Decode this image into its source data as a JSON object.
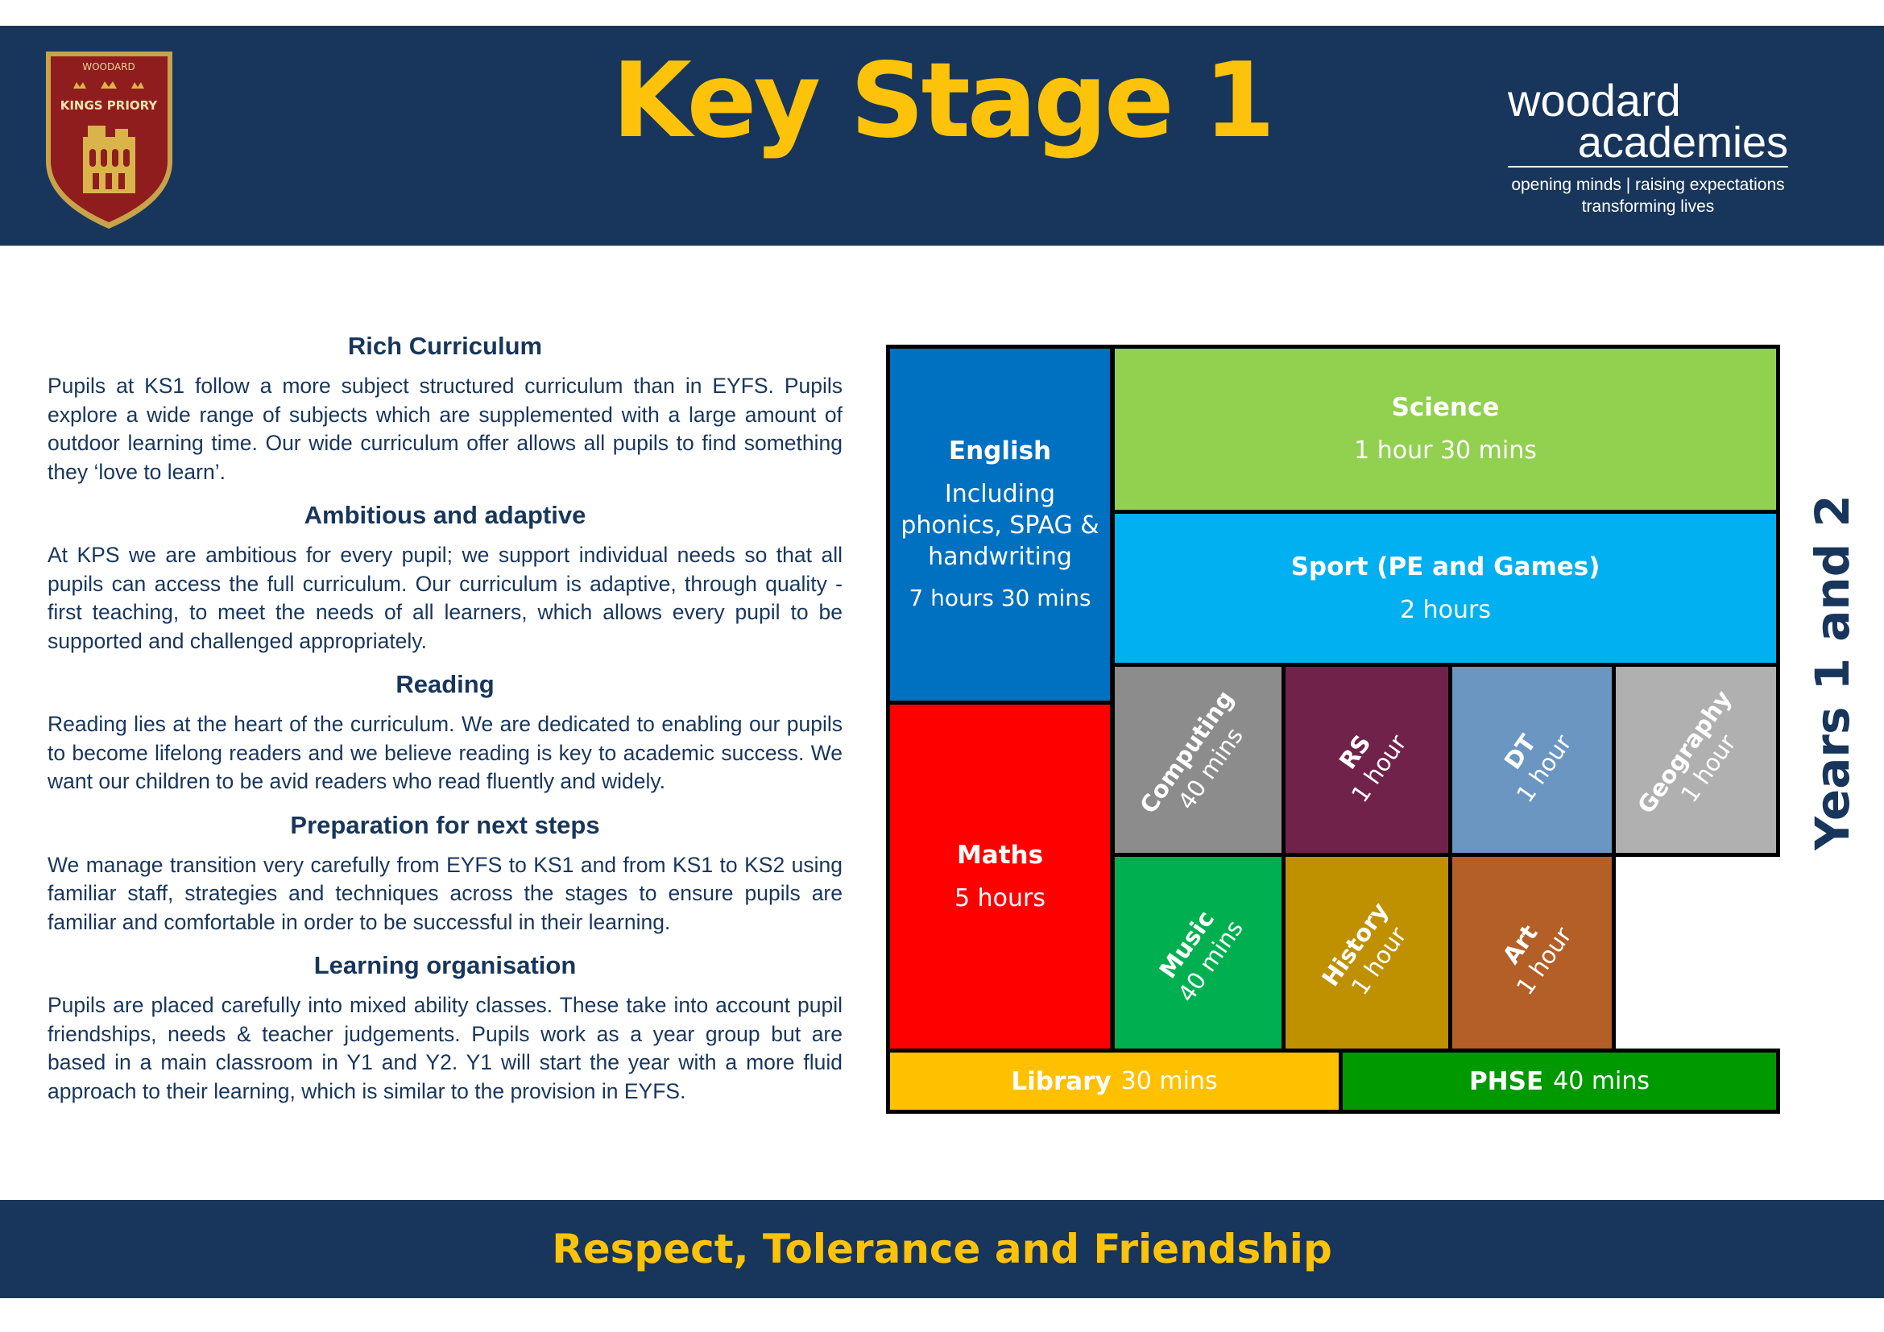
{
  "header": {
    "title": "Key Stage 1",
    "crest": {
      "top_text": "WOODARD",
      "name": "KINGS PRIORY"
    },
    "brand": {
      "line1": "woodard",
      "line2": "academies",
      "tagline1": "opening minds | raising expectations",
      "tagline2": "transforming lives"
    }
  },
  "sections": [
    {
      "heading": "Rich Curriculum",
      "body": "Pupils at KS1 follow a more subject structured curriculum than in EYFS. Pupils explore a wide range of subjects which are supplemented with a large amount of outdoor learning time. Our wide curriculum offer allows all pupils to find something they ‘love to learn’."
    },
    {
      "heading": "Ambitious and adaptive",
      "body": "At KPS we are ambitious for every pupil; we support individual needs so that all pupils can access the full curriculum. Our curriculum is adaptive, through quality -first teaching, to meet the needs of all learners, which allows every pupil to be supported and challenged appropriately."
    },
    {
      "heading": "Reading",
      "body": "Reading lies at the heart of the curriculum. We are dedicated to enabling our pupils to become lifelong readers and we believe reading is key to academic success. We want our children to be avid readers who read fluently and widely."
    },
    {
      "heading": "Preparation for next steps",
      "body": "We manage transition very carefully from EYFS to KS1 and from KS1 to KS2 using familiar staff, strategies and techniques across the stages to ensure pupils are familiar and comfortable in order to be successful in their learning."
    },
    {
      "heading": "Learning organisation",
      "body": "Pupils are placed carefully into mixed ability classes. These take into account pupil friendships, needs & teacher judgements. Pupils work as a year group but are based in a main classroom in Y1 and Y2. Y1 will start the year with a more fluid approach to their learning, which is similar to the provision in EYFS."
    }
  ],
  "subjects": {
    "english": {
      "name": "English",
      "detail": "Including phonics, SPAG & handwriting",
      "duration": "7 hours 30 mins",
      "color": "#0070c0"
    },
    "science": {
      "name": "Science",
      "duration": "1 hour 30 mins",
      "color": "#92d050"
    },
    "sport": {
      "name": "Sport (PE and Games)",
      "duration": "2 hours",
      "color": "#00b0f0"
    },
    "maths": {
      "name": "Maths",
      "duration": "5 hours",
      "color": "#ff0000"
    },
    "computing": {
      "name": "Computing",
      "duration": "40 mins",
      "color": "#8c8c8c"
    },
    "rs": {
      "name": "RS",
      "duration": "1 hour",
      "color": "#70224a"
    },
    "dt": {
      "name": "DT",
      "duration": "1 hour",
      "color": "#6b96c2"
    },
    "geography": {
      "name": "Geography",
      "duration": "1 hour",
      "color": "#b0b0b0"
    },
    "music": {
      "name": "Music",
      "duration": "40 mins",
      "color": "#00b050"
    },
    "history": {
      "name": "History",
      "duration": "1 hour",
      "color": "#bf9000"
    },
    "art": {
      "name": "Art",
      "duration": "1 hour",
      "color": "#b45f27"
    },
    "library": {
      "name": "Library",
      "duration": "30 mins",
      "color": "#ffc000"
    },
    "phse": {
      "name": "PHSE",
      "duration": "40 mins",
      "color": "#009900"
    }
  },
  "years_label": "Years 1 and 2",
  "footer": {
    "motto": "Respect, Tolerance and Friendship"
  }
}
